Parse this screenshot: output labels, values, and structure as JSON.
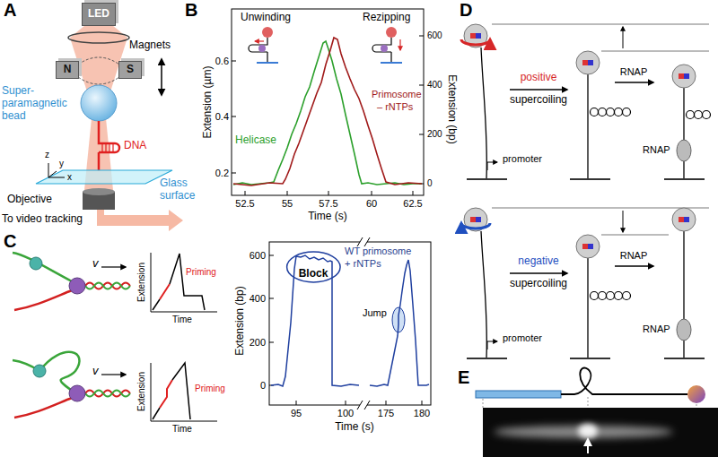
{
  "diagram": {
    "nodes": [
      {
        "text": [
          "LED"
        ]
      },
      {
        "text": [
          "N"
        ]
      },
      {
        "text": [
          "S"
        ]
      },
      {
        "text": [
          "Block"
        ]
      }
    ],
    "labels": [
      "A",
      "Magnets",
      "Super-paramagnetic bead",
      "DNA",
      "z",
      "y",
      "x",
      "Glass surface",
      "Objective",
      "To video tracking",
      "B",
      "Unwinding",
      "Rezipping",
      "Extension (µm)",
      "0.6",
      "0.4",
      "0.2",
      "Extension (bp)",
      "600",
      "400",
      "200",
      "0",
      "Helicase",
      "Primosome",
      "– rNTPs",
      "52.5",
      "55",
      "57.5",
      "60",
      "62.5",
      "Time (s)",
      "D",
      "positive",
      "supercoiling",
      "RNAP",
      "RNAP",
      "promoter",
      "negative",
      "supercoiling",
      "RNAP",
      "promoter",
      "RNAP",
      "C",
      "v",
      "Extension",
      "Time",
      "Priming",
      "v",
      "Extension",
      "Time",
      "Priming",
      "Extension (bp)",
      "600",
      "400",
      "200",
      "0",
      "WT primosome",
      "+ rNTPs",
      "Jump",
      "95",
      "100",
      "175",
      "180",
      "Time (s)",
      "E"
    ]
  }
}
